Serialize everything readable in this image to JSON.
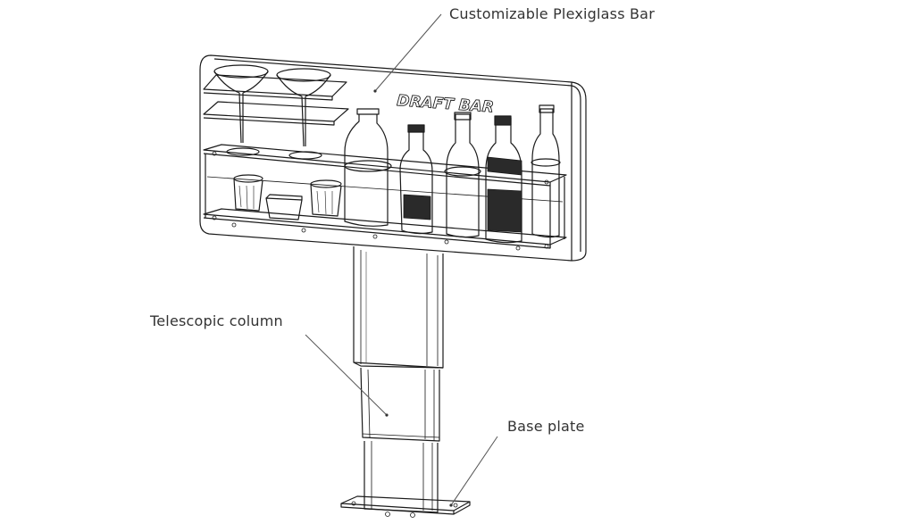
{
  "diagram": {
    "labels": {
      "bar": "Customizable Plexiglass Bar",
      "column": "Telescopic column",
      "base": "Base plate"
    },
    "bar_engraving": "DRAFT BAR",
    "colors": {
      "line": "#1a1a1a",
      "leader": "#555555",
      "text": "#333333",
      "bottle_label": "#2a2a2a"
    }
  }
}
